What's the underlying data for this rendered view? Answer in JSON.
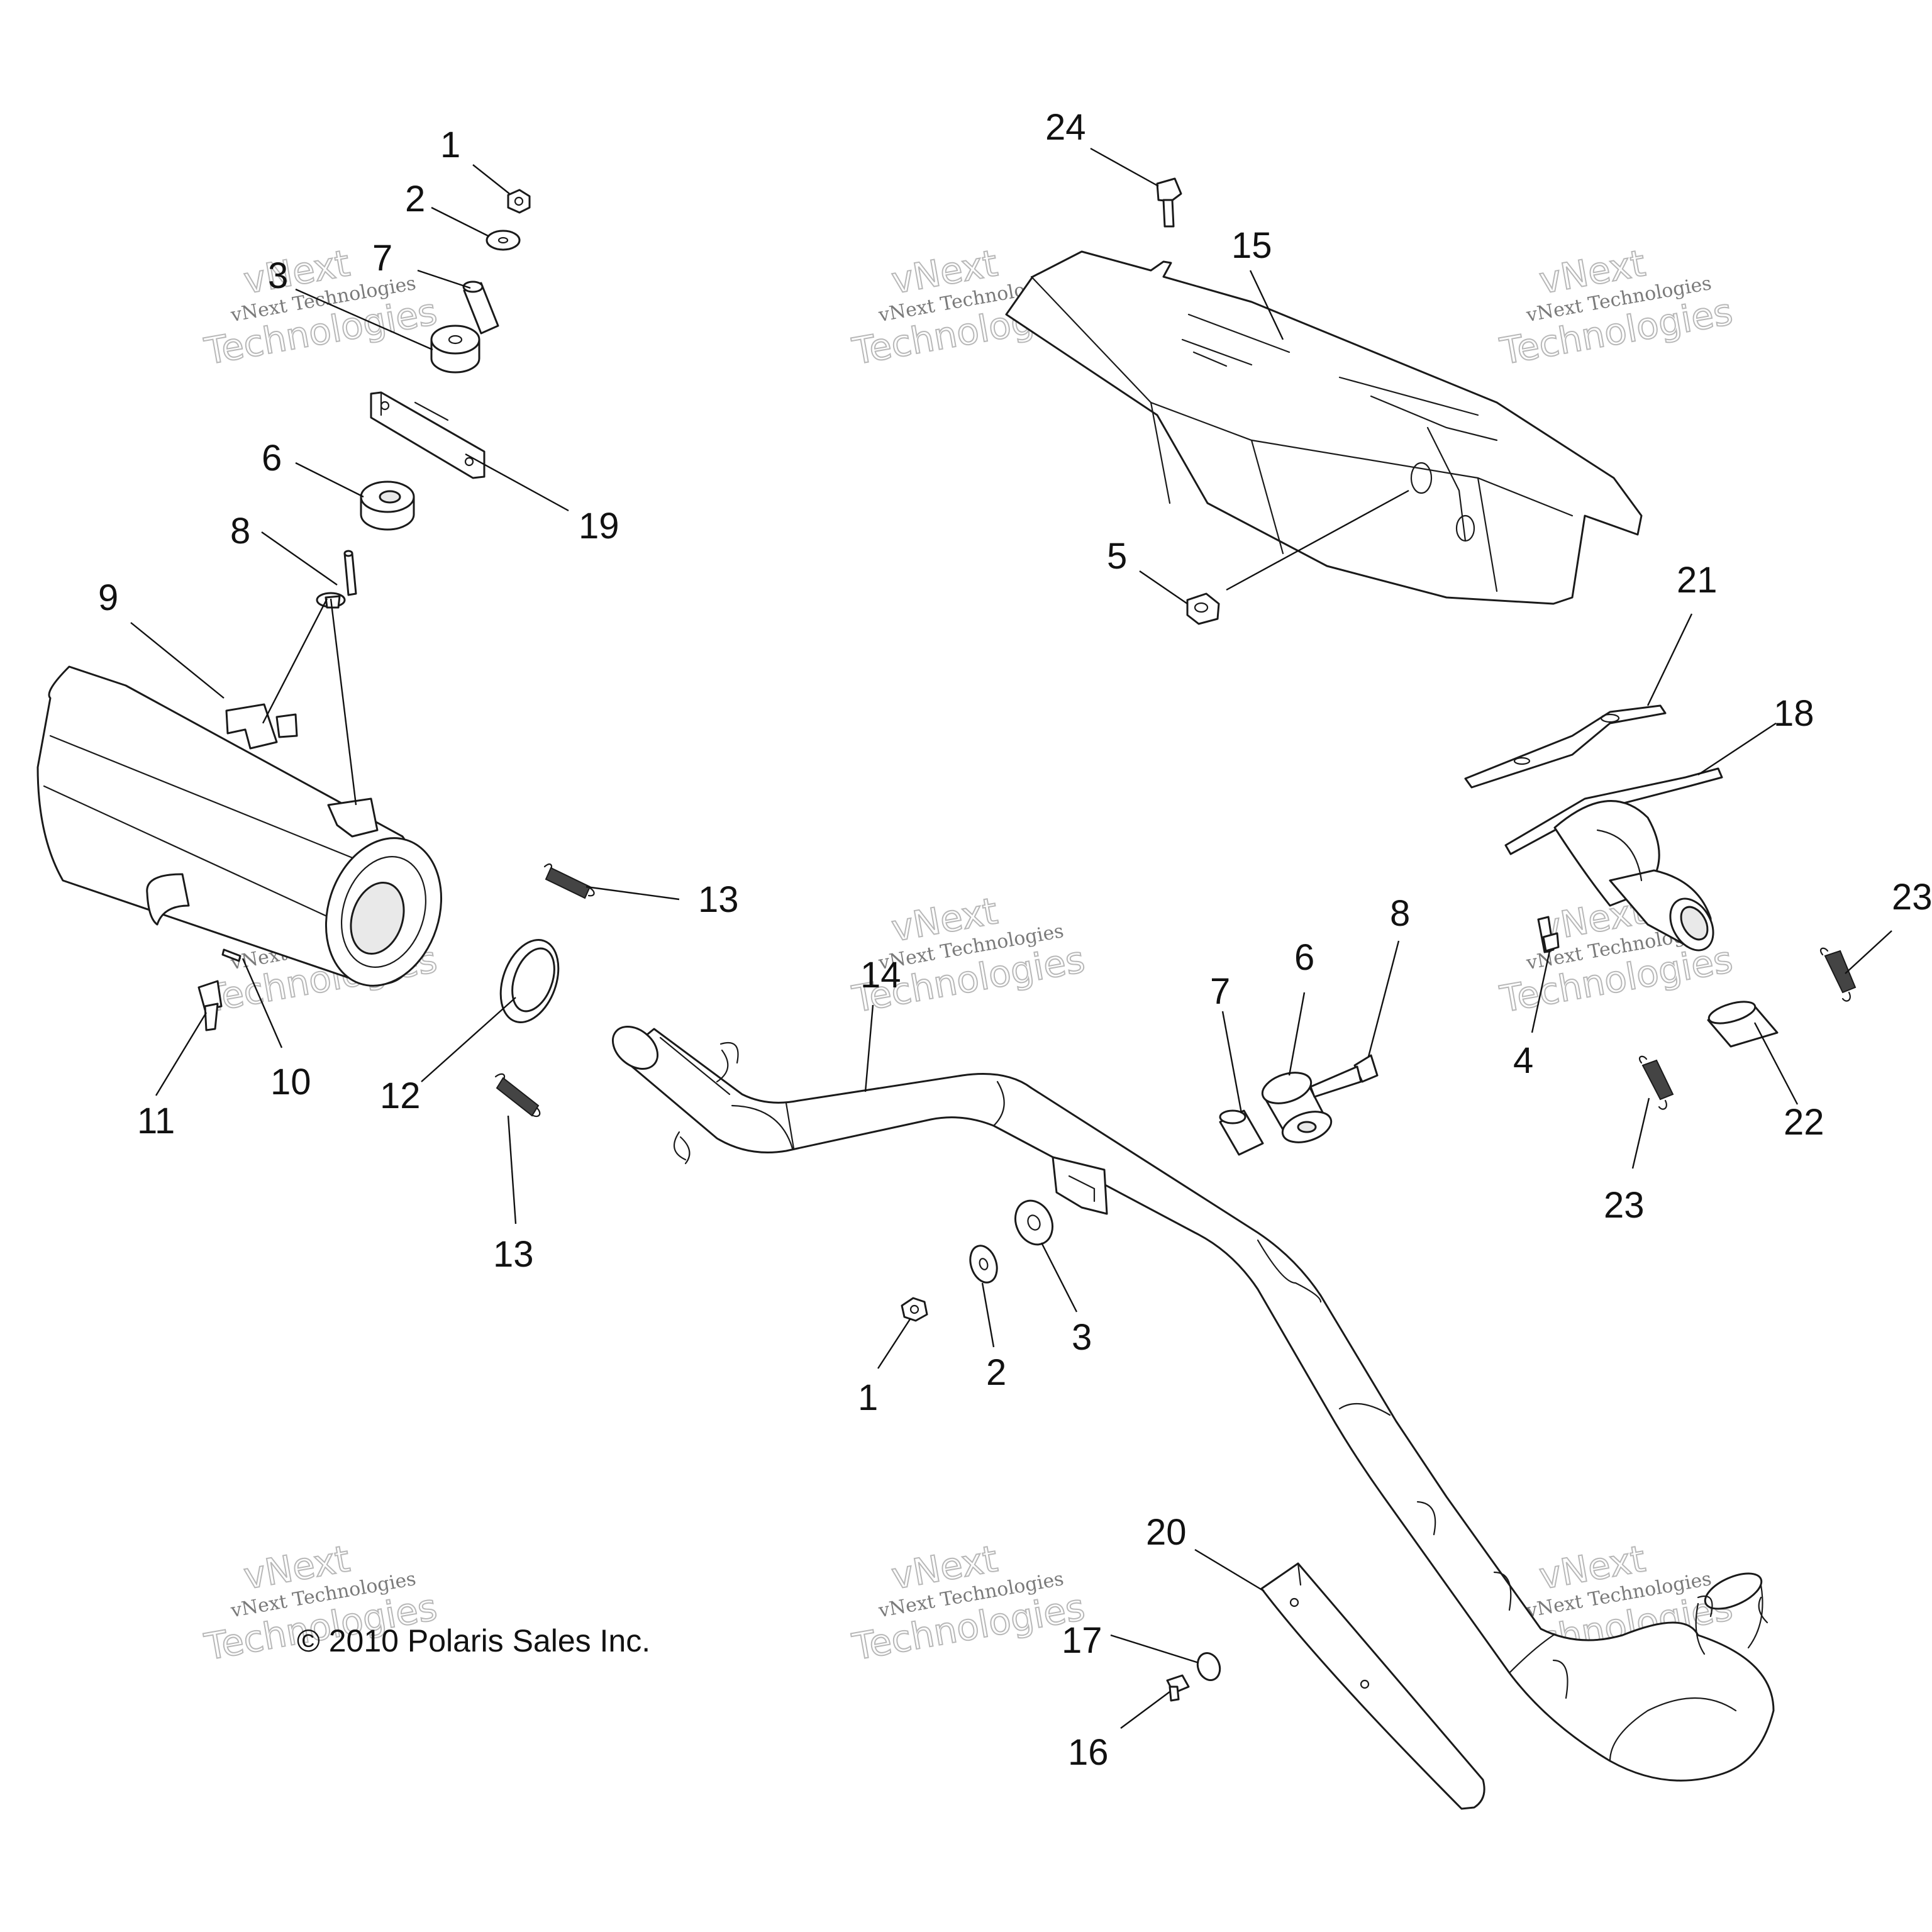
{
  "callouts": [
    {
      "id": "c1a",
      "label": "1"
    },
    {
      "id": "c2a",
      "label": "2"
    },
    {
      "id": "c3a",
      "label": "3"
    },
    {
      "id": "c7a",
      "label": "7"
    },
    {
      "id": "c6a",
      "label": "6"
    },
    {
      "id": "c8a",
      "label": "8"
    },
    {
      "id": "c19",
      "label": "19"
    },
    {
      "id": "c9",
      "label": "9"
    },
    {
      "id": "c13a",
      "label": "13"
    },
    {
      "id": "c12",
      "label": "12"
    },
    {
      "id": "c11",
      "label": "11"
    },
    {
      "id": "c10",
      "label": "10"
    },
    {
      "id": "c13b",
      "label": "13"
    },
    {
      "id": "c24",
      "label": "24"
    },
    {
      "id": "c15",
      "label": "15"
    },
    {
      "id": "c5",
      "label": "5"
    },
    {
      "id": "c21",
      "label": "21"
    },
    {
      "id": "c18",
      "label": "18"
    },
    {
      "id": "c23a",
      "label": "23"
    },
    {
      "id": "c4",
      "label": "4"
    },
    {
      "id": "c22",
      "label": "22"
    },
    {
      "id": "c23b",
      "label": "23"
    },
    {
      "id": "c14",
      "label": "14"
    },
    {
      "id": "c7b",
      "label": "7"
    },
    {
      "id": "c6b",
      "label": "6"
    },
    {
      "id": "c8b",
      "label": "8"
    },
    {
      "id": "c1b",
      "label": "1"
    },
    {
      "id": "c2b",
      "label": "2"
    },
    {
      "id": "c3b",
      "label": "3"
    },
    {
      "id": "c20",
      "label": "20"
    },
    {
      "id": "c17",
      "label": "17"
    },
    {
      "id": "c16",
      "label": "16"
    }
  ],
  "copyright": "© 2010 Polaris Sales Inc.",
  "watermark": {
    "top": "vNext Technologies",
    "vnext": "vNext",
    "big": "Technologies"
  }
}
